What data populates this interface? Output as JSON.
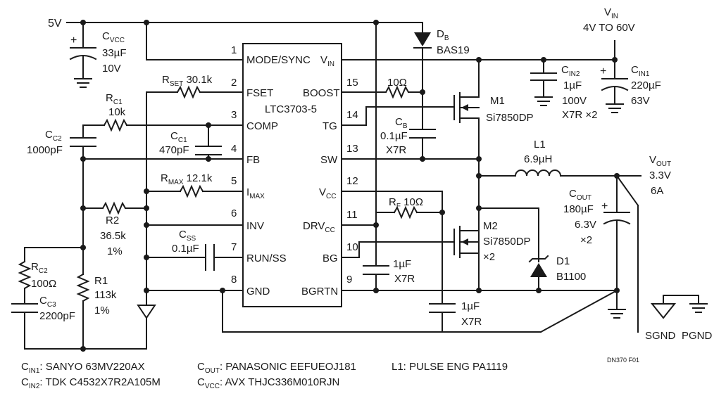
{
  "ic": {
    "part_number": "LTC3703-5",
    "pin_mode_sync": "MODE/SYNC",
    "pin_vin_sub": "IN",
    "pin_fset": "FSET",
    "pin_boost": "BOOST",
    "pin_comp": "COMP",
    "pin_tg": "TG",
    "pin_fb": "FB",
    "pin_sw": "SW",
    "pin_imax_sub": "MAX",
    "pin_vcc_sub": "CC",
    "pin_inv": "INV",
    "pin_drvcc_main": "DRV",
    "pin_drvcc_sub": "CC",
    "pin_run_ss": "RUN/SS",
    "pin_bg": "BG",
    "pin_gnd": "GND",
    "pin_bgrtn": "BGRTN",
    "num_1": "1",
    "num_2": "2",
    "num_3": "3",
    "num_4": "4",
    "num_5": "5",
    "num_6": "6",
    "num_7": "7",
    "num_8": "8",
    "num_9": "9",
    "num_10": "10",
    "num_11": "11",
    "num_12": "12",
    "num_13": "13",
    "num_14": "14",
    "num_15": "15"
  },
  "labels": {
    "rail_5v": "5V",
    "cvcc_sub": "VCC",
    "cvcc_value": "33µF",
    "cvcc_voltage": "10V",
    "db_sub": "B",
    "db_part": "BAS19",
    "vin_sub": "IN",
    "vin_range": "4V TO 60V",
    "cin2_sub": "IN2",
    "cin2_value": "1µF",
    "cin2_voltage": "100V",
    "cin2_dielectric": "X7R ×2",
    "cin1_sub": "IN1",
    "cin1_value": "220µF",
    "cin1_voltage": "63V",
    "m1_name": "M1",
    "m1_part": "Si7850DP",
    "r_boost": "10Ω",
    "cb_sub": "B",
    "cb_value": "0.1µF",
    "cb_dielectric": "X7R",
    "l1_name": "L1",
    "l1_value": "6.9µH",
    "vout_sub": "OUT",
    "vout_voltage": "3.3V",
    "vout_current": "6A",
    "cout_sub": "OUT",
    "cout_value": "180µF",
    "cout_voltage": "6.3V",
    "cout_count": "×2",
    "m2_name": "M2",
    "m2_part": "Si7850DP",
    "m2_count": "×2",
    "d1_name": "D1",
    "d1_part": "B1100",
    "rf_sub": "F",
    "rf_value": " 10Ω",
    "c_bypass_value": "1µF",
    "c_bypass_dielectric": "X7R",
    "c_drv_value": "1µF",
    "c_drv_dielectric": "X7R",
    "sgnd": "SGND",
    "pgnd": "PGND",
    "figure_id": "DN370 F01",
    "rset_sub": "SET",
    "rset_value": " 30.1k",
    "rc1_sub": "C1",
    "rc1_value": "10k",
    "cc2_sub": "C2",
    "cc2_value": "1000pF",
    "cc1_sub": "C1",
    "cc1_value": "470pF",
    "rmax_sub": "MAX",
    "rmax_value": " 12.1k",
    "r2_name": "R2",
    "r2_value": "36.5k",
    "r2_tolerance": "1%",
    "css_sub": "SS",
    "css_value": "0.1µF",
    "r1_name": "R1",
    "r1_value": "113k",
    "r1_tolerance": "1%",
    "rc2_sub": "C2",
    "rc2_value": "100Ω",
    "cc3_sub": "C3",
    "cc3_value": "2200pF"
  },
  "notes": {
    "cin1_sub": "IN1",
    "cin1_text": ": SANYO 63MV220AX",
    "cin2_sub": "IN2",
    "cin2_text": ": TDK C4532X7R2A105M",
    "cout_sub": "OUT",
    "cout_text": ": PANASONIC EEFUEOJ181",
    "cvcc_sub": "VCC",
    "cvcc_text": ": AVX THJC336M010RJN",
    "l1_text": "L1: PULSE ENG PA1119"
  }
}
